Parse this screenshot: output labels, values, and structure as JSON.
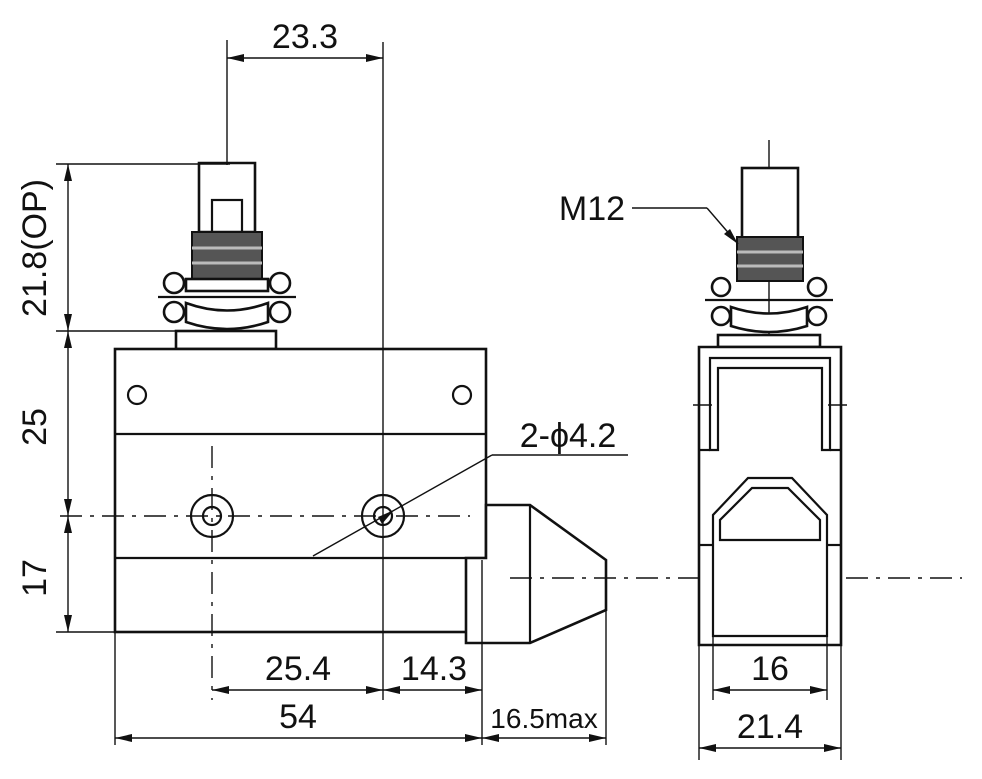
{
  "diagram": {
    "front_view": {
      "dim_top": "23.3",
      "dim_op": "21.8(OP)",
      "dim_body_upper": "25",
      "dim_body_lower": "17",
      "dim_hole_spacing": "25.4",
      "dim_hole_to_edge": "14.3",
      "dim_length": "54",
      "dim_actuator": "16.5max",
      "hole_note": "2-ϕ4.2"
    },
    "side_view": {
      "thread": "M12",
      "dim_inner": "16",
      "dim_outer": "21.4"
    }
  }
}
